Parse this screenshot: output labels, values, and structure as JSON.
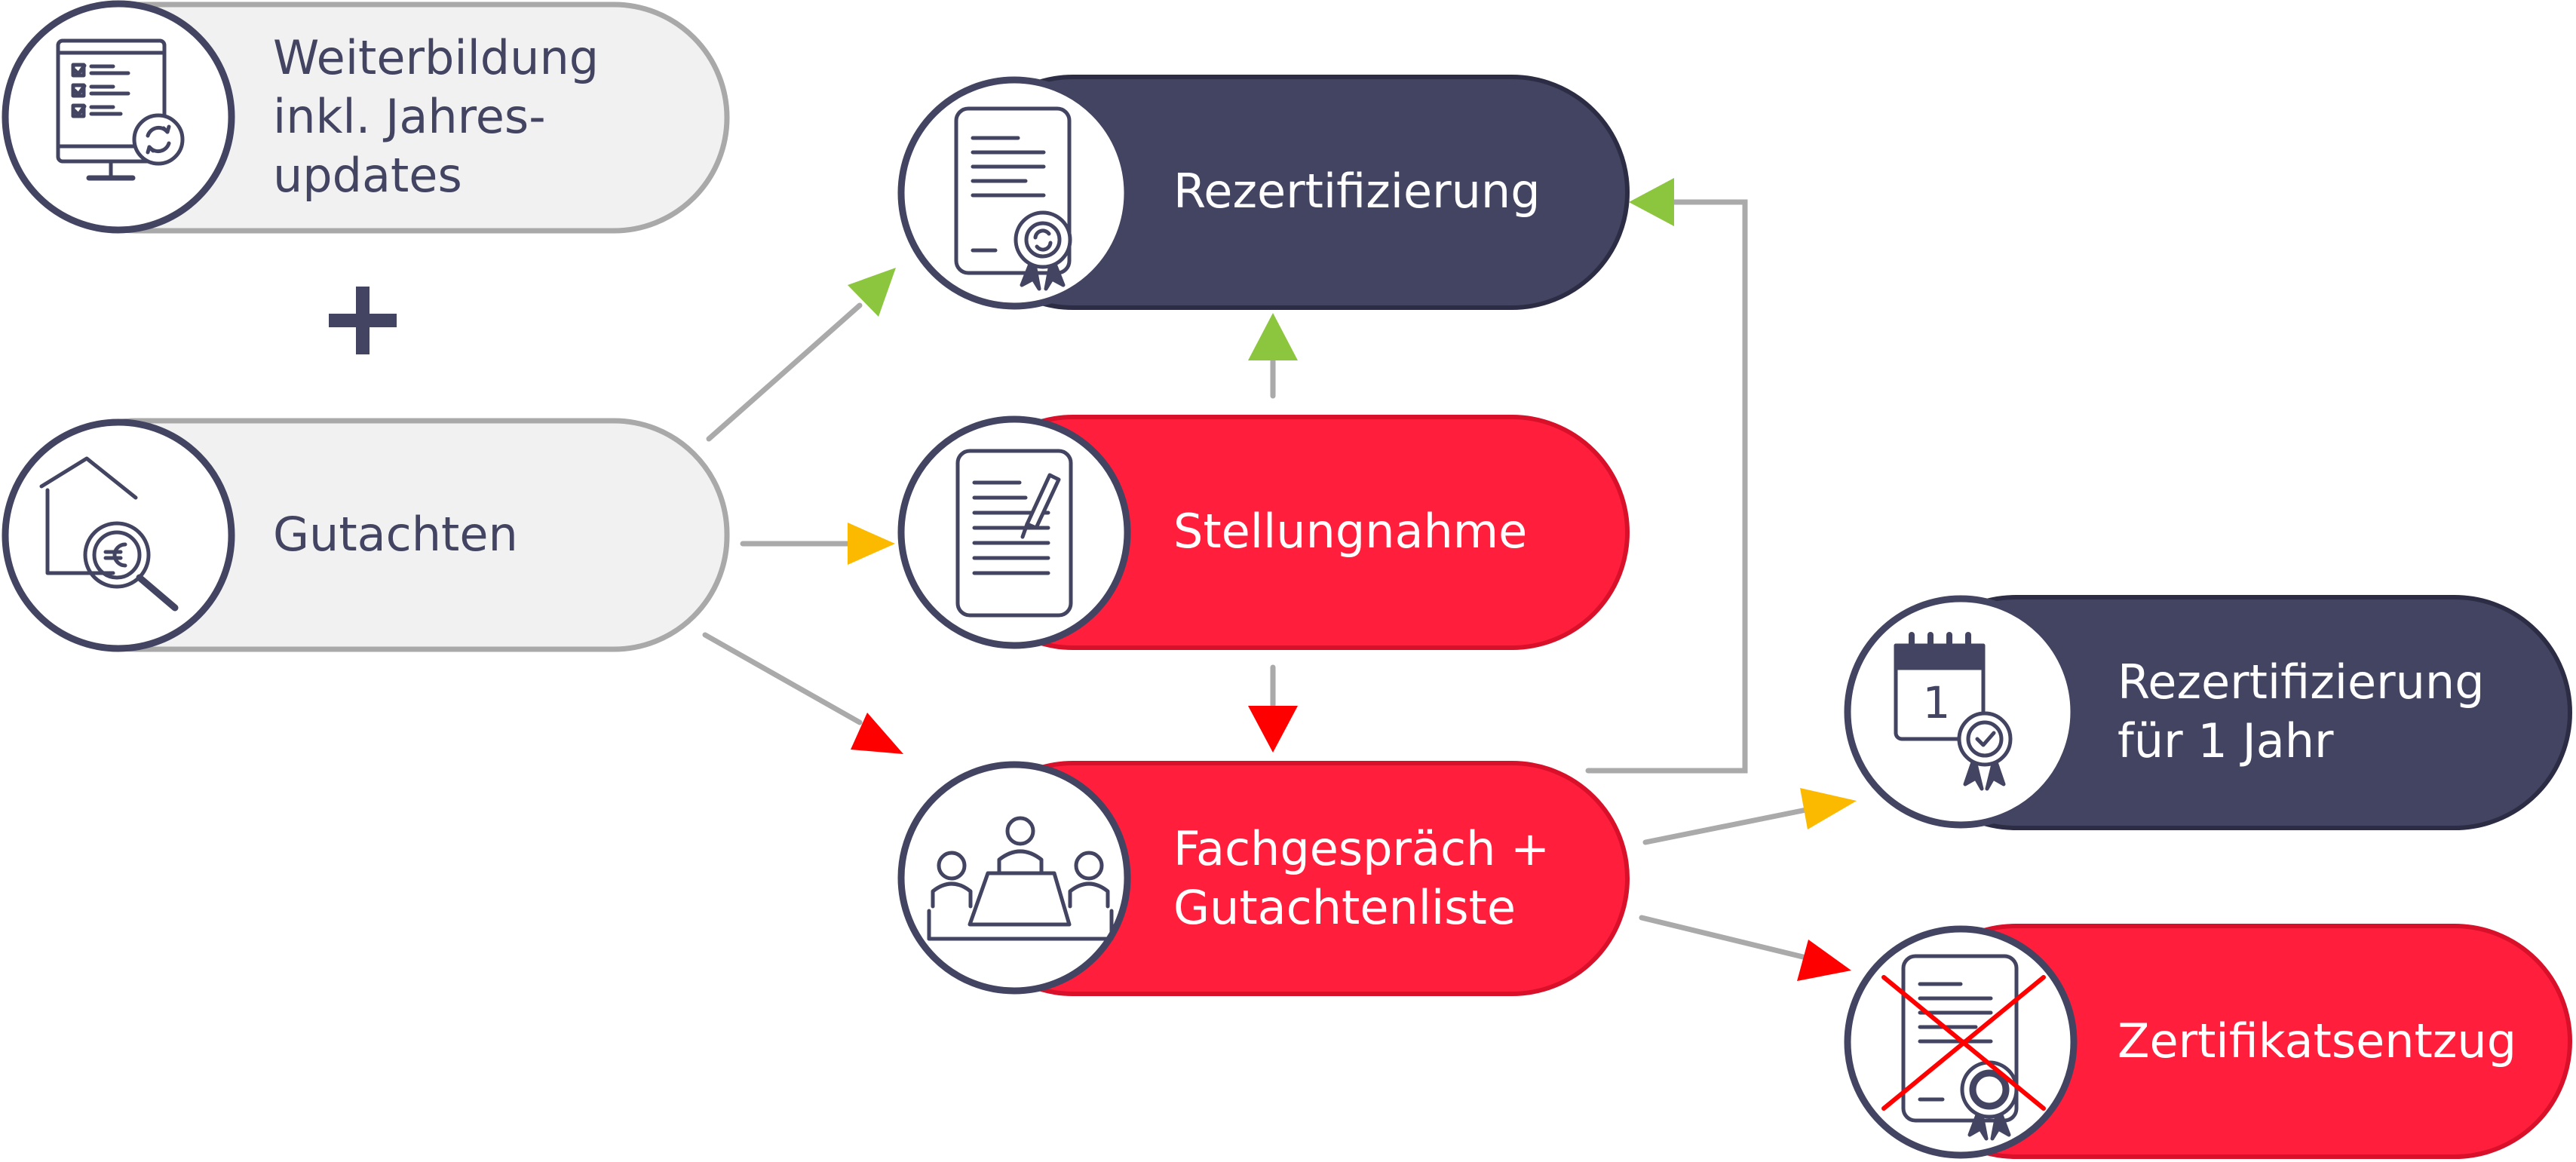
{
  "colors": {
    "navy": "#434461",
    "red": "#ff1f3d",
    "red_border": "#d8102a",
    "light_fill": "#f1f1f1",
    "light_border": "#a9a9a9",
    "connector": "#aaaaaa",
    "arrow_green": "#8cc63e",
    "arrow_yellow": "#fbba00",
    "arrow_red": "#ff0000",
    "icon_stroke": "#434461"
  },
  "nodes": {
    "weiterbildung": {
      "label": "Weiterbildung\ninkl. Jahres-\nupdates",
      "icon": "monitor-checklist-icon",
      "style": "light"
    },
    "gutachten": {
      "label": "Gutachten",
      "icon": "house-euro-magnifier-icon",
      "style": "light"
    },
    "rezertifizierung": {
      "label": "Rezertifizierung",
      "icon": "certificate-rosette-icon",
      "style": "navy"
    },
    "stellungnahme": {
      "label": "Stellungnahme",
      "icon": "document-pen-icon",
      "style": "red"
    },
    "fachgespraech": {
      "label": "Fachgespräch +\nGutachtenliste",
      "icon": "meeting-table-icon",
      "style": "red"
    },
    "rezert_1jahr": {
      "label": "Rezertifizierung\nfür 1 Jahr",
      "icon": "calendar-rosette-icon",
      "style": "navy"
    },
    "entzug": {
      "label": "Zertifikatsentzug",
      "icon": "crossed-certificate-icon",
      "style": "red"
    }
  },
  "operator": "plus-icon",
  "edges": [
    {
      "from": "gutachten",
      "to": "rezertifizierung",
      "arrow": "green"
    },
    {
      "from": "gutachten",
      "to": "stellungnahme",
      "arrow": "yellow"
    },
    {
      "from": "gutachten",
      "to": "fachgespraech",
      "arrow": "red"
    },
    {
      "from": "stellungnahme",
      "to": "rezertifizierung",
      "arrow": "green"
    },
    {
      "from": "stellungnahme",
      "to": "fachgespraech",
      "arrow": "red"
    },
    {
      "from": "fachgespraech",
      "to": "rezertifizierung",
      "arrow": "green"
    },
    {
      "from": "fachgespraech",
      "to": "rezert_1jahr",
      "arrow": "yellow"
    },
    {
      "from": "fachgespraech",
      "to": "entzug",
      "arrow": "red"
    }
  ]
}
